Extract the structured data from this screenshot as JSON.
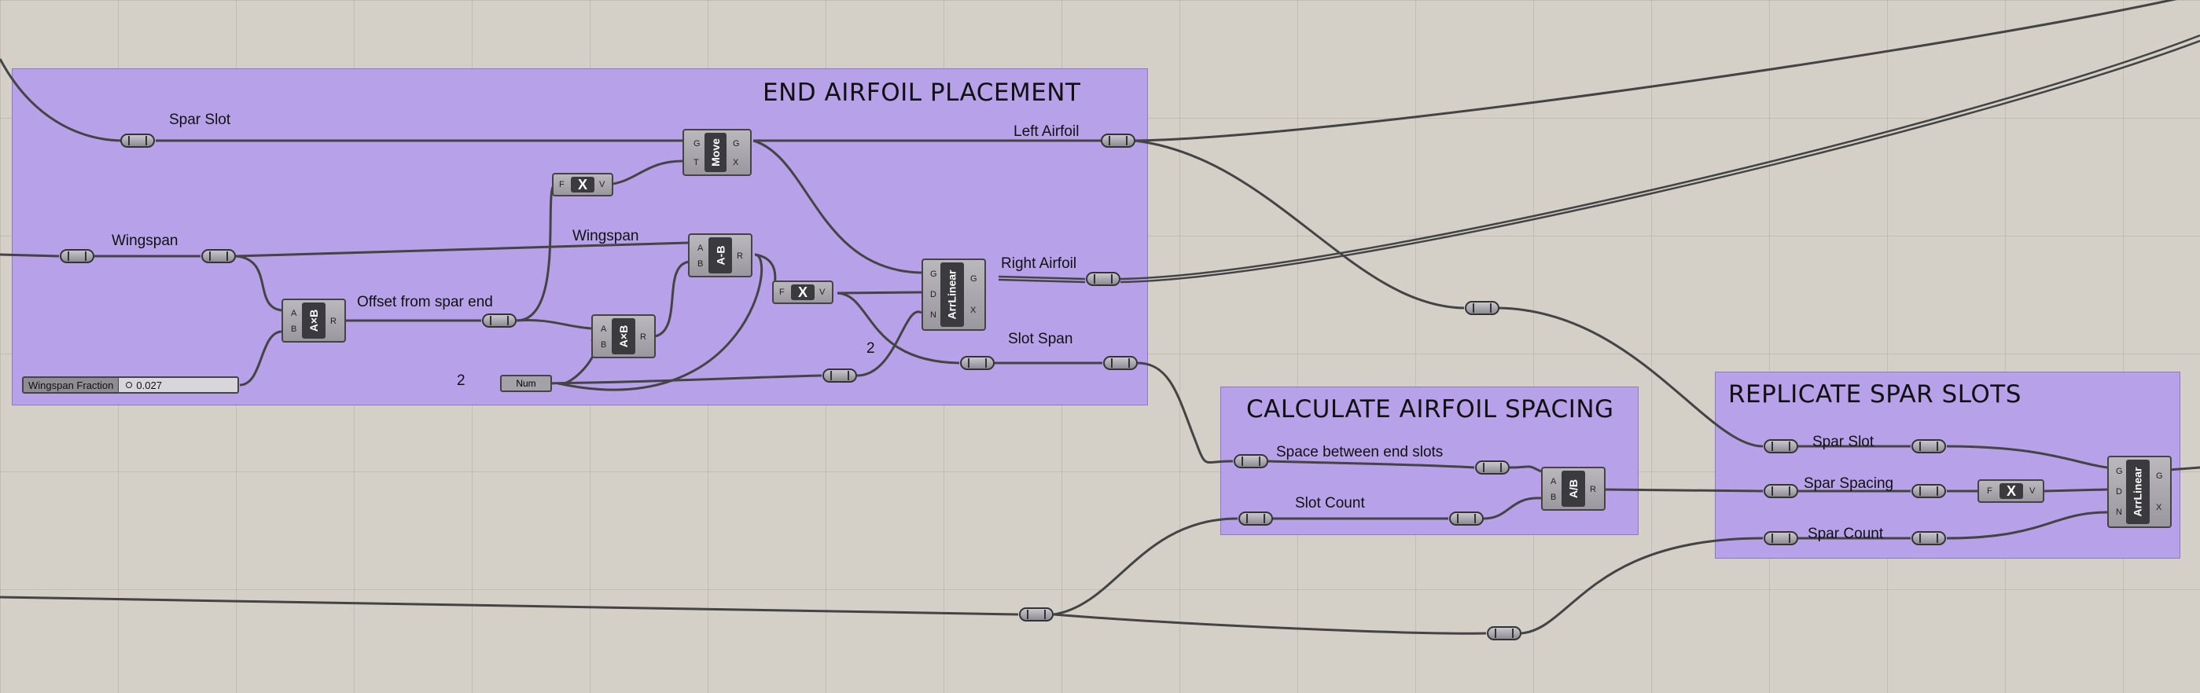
{
  "groups": {
    "end_airfoil": "END AIRFOIL PLACEMENT",
    "calc_spacing": "CALCULATE AIRFOIL SPACING",
    "replicate": "REPLICATE SPAR SLOTS"
  },
  "labels": {
    "spar_slot": "Spar Slot",
    "wingspan_1": "Wingspan",
    "wingspan_2": "Wingspan",
    "left_airfoil": "Left Airfoil",
    "right_airfoil": "Right Airfoil",
    "offset_from_spar_end": "Offset from spar end",
    "slot_span": "Slot Span",
    "two_a": "2",
    "two_b": "2",
    "space_between_end_slots": "Space between end slots",
    "slot_count": "Slot Count",
    "spar_slot_2": "Spar Slot",
    "spar_spacing": "Spar Spacing",
    "spar_count": "Spar Count"
  },
  "components": {
    "move": "Move",
    "x_op": "X",
    "axb": "A×B",
    "amb": "A-B",
    "adivb": "A/B",
    "arrlinear": "ArrLinear",
    "num": "Num"
  },
  "ports": {
    "G": "G",
    "T": "T",
    "X": "X",
    "F": "F",
    "V": "V",
    "A": "A",
    "B": "B",
    "R": "R",
    "D": "D",
    "N": "N"
  },
  "slider": {
    "name": "Wingspan Fraction",
    "value": "0.027"
  },
  "colors": {
    "canvas": "#d4d0c8",
    "group": "#b7a2ea",
    "wire": "#444444"
  }
}
